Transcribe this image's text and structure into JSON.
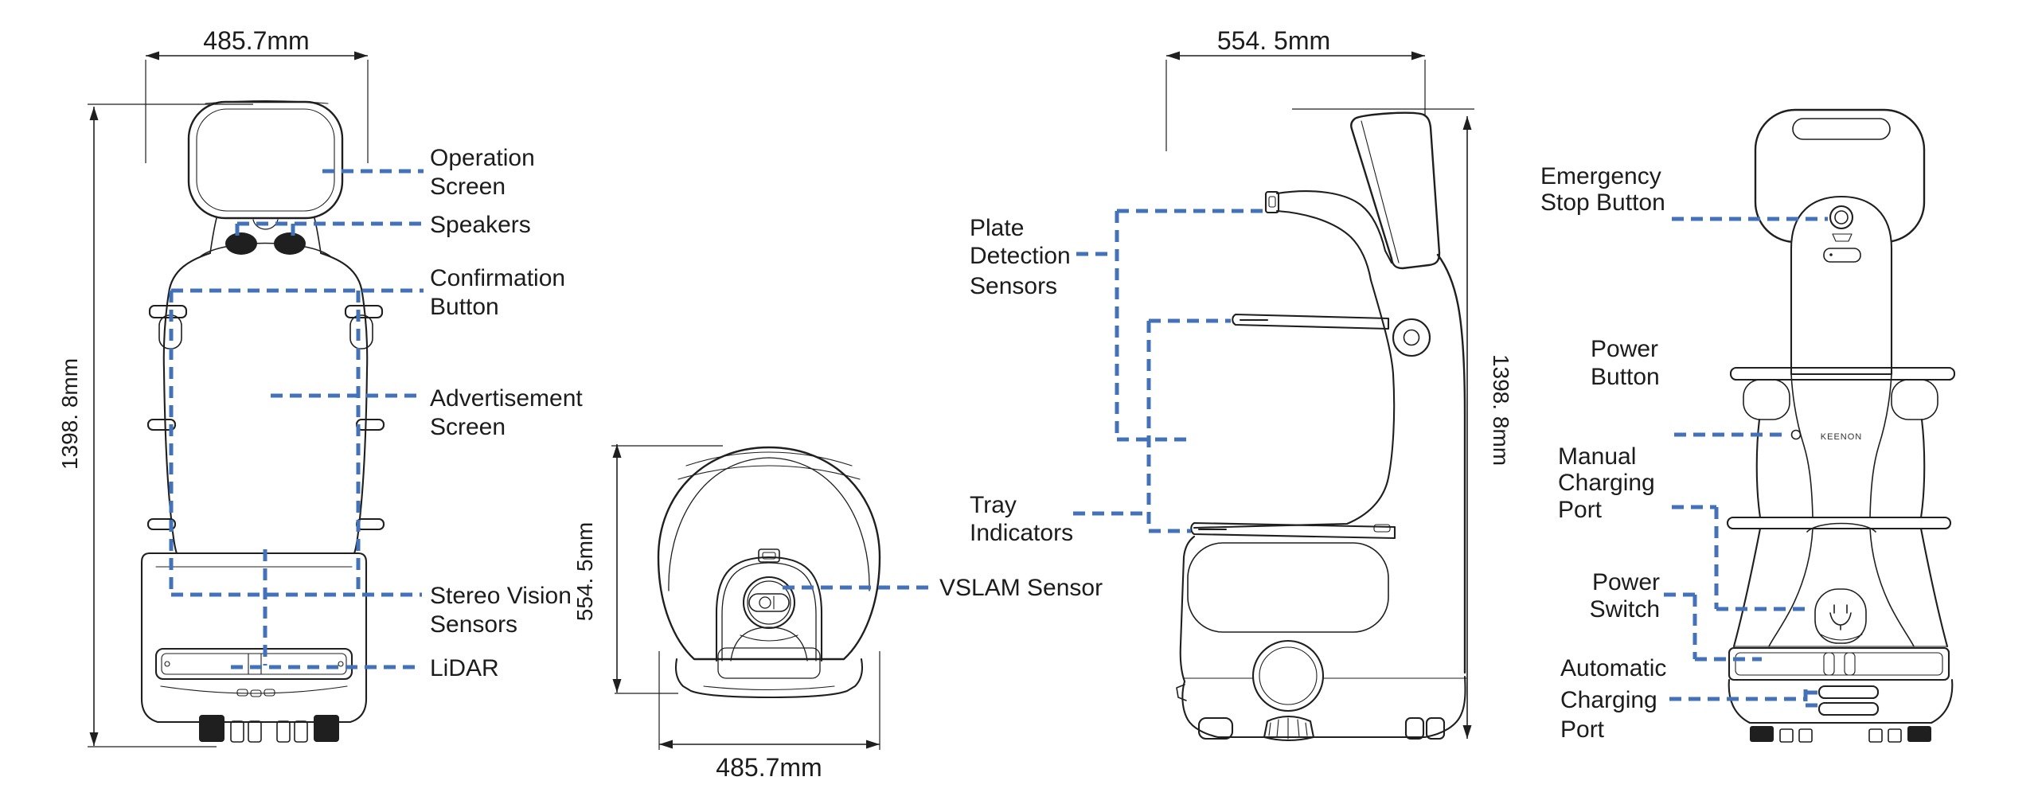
{
  "diagram": {
    "type": "four-view robot technical drawing",
    "colors": {
      "background": "#ffffff",
      "line": "#1f1f1f",
      "leader": "#4472b9",
      "text": "#1c1c1c"
    },
    "views": {
      "front": {
        "dimensions": {
          "width": "485.7mm",
          "height": "1398. 8mm"
        },
        "labels": [
          {
            "id": "operation-screen",
            "lines": [
              "Operation",
              "Screen"
            ]
          },
          {
            "id": "speakers",
            "lines": [
              "Speakers"
            ]
          },
          {
            "id": "confirmation-button",
            "lines": [
              "Confirmation",
              "Button"
            ]
          },
          {
            "id": "advertisement-screen",
            "lines": [
              "Advertisement",
              "Screen"
            ]
          },
          {
            "id": "stereo-vision-sensors",
            "lines": [
              "Stereo Vision",
              "Sensors"
            ]
          },
          {
            "id": "lidar",
            "lines": [
              "LiDAR"
            ]
          }
        ]
      },
      "top": {
        "dimensions": {
          "height": "554. 5mm",
          "width": "485.7mm"
        },
        "labels": [
          {
            "id": "vslam-sensor",
            "lines": [
              "VSLAM Sensor"
            ]
          }
        ]
      },
      "side": {
        "dimensions": {
          "depth": "554. 5mm",
          "height": "1398. 8mm"
        },
        "labels": [
          {
            "id": "plate-detection-sensors",
            "lines": [
              "Plate",
              "Detection",
              "Sensors"
            ]
          },
          {
            "id": "tray-indicators",
            "lines": [
              "Tray",
              "Indicators"
            ]
          }
        ]
      },
      "back": {
        "logo": "KEENON",
        "labels": [
          {
            "id": "emergency-stop-button",
            "lines": [
              "Emergency",
              "Stop Button"
            ]
          },
          {
            "id": "power-button",
            "lines": [
              "Power",
              "Button"
            ]
          },
          {
            "id": "manual-charging-port",
            "lines": [
              "Manual",
              "Charging",
              "Port"
            ]
          },
          {
            "id": "power-switch",
            "lines": [
              "Power",
              "Switch"
            ]
          },
          {
            "id": "automatic-charging-port",
            "lines": [
              "Automatic",
              "Charging",
              "Port"
            ]
          }
        ]
      }
    }
  }
}
